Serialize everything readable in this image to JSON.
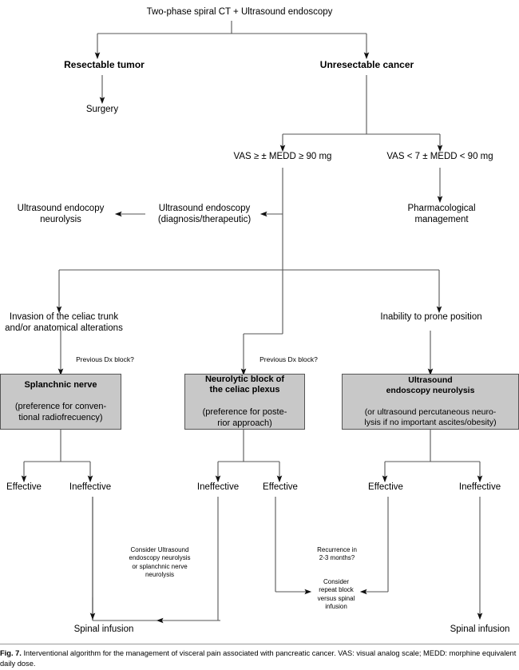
{
  "figure": {
    "number": "Fig. 7.",
    "caption": "Interventional algorithm for the management of visceral pain associated with pancreatic cancer. VAS: visual analog scale; MEDD: morphine equivalent daily dose.",
    "type": "flowchart",
    "colors": {
      "box_fill": "#c8c8c8",
      "box_border": "#555555",
      "line": "#555555",
      "text": "#000000",
      "background": "#ffffff"
    }
  },
  "nodes": {
    "root": "Two-phase spiral CT + Ultrasound endoscopy",
    "resectable": "Resectable tumor",
    "unresectable": "Unresectable cancer",
    "surgery": "Surgery",
    "vas_high": "VAS ≥ ± MEDD ≥ 90 mg",
    "vas_low": "VAS < 7 ± MEDD < 90 mg",
    "us_endoscopy": "Ultrasound endoscopy\n(diagnosis/therapeutic)",
    "us_neurolysis": "Ultrasound endocopy\nneurolysis",
    "pharm": "Pharmacological\nmanagement",
    "invasion": "Invasion of the celiac trunk\nand/or anatomical alterations",
    "prone": "Inability to prone position",
    "dx_block_left": "Previous Dx block?",
    "dx_block_mid": "Previous Dx block?",
    "box_splanchnic_title": "Splanchnic nerve",
    "box_splanchnic_sub": "(preference for conven-\ntional radiofrecuency)",
    "box_neurolytic_title": "Neurolytic block of\nthe celiac plexus",
    "box_neurolytic_sub": "(preference for poste-\nrior approach)",
    "box_usneuro_title": "Ultrasound\nendoscopy neurolysis",
    "box_usneuro_sub": "(or ultrasound percutaneous neuro-\nlysis if no important ascites/obesity)",
    "eff_1": "Effective",
    "ineff_1": "Ineffective",
    "ineff_2": "Ineffective",
    "eff_2": "Effective",
    "eff_3": "Effective",
    "ineff_3": "Ineffective",
    "consider_us": "Consider Ultrasound\nendoscopy neurolysis\nor splanchnic nerve\nneurolysis",
    "recurrence": "Recurrence in\n2-3 months?",
    "consider_repeat": "Consider\nrepeat block\nversus spinal\ninfusion",
    "spinal_left": "Spinal infusion",
    "spinal_right": "Spinal infusion"
  }
}
